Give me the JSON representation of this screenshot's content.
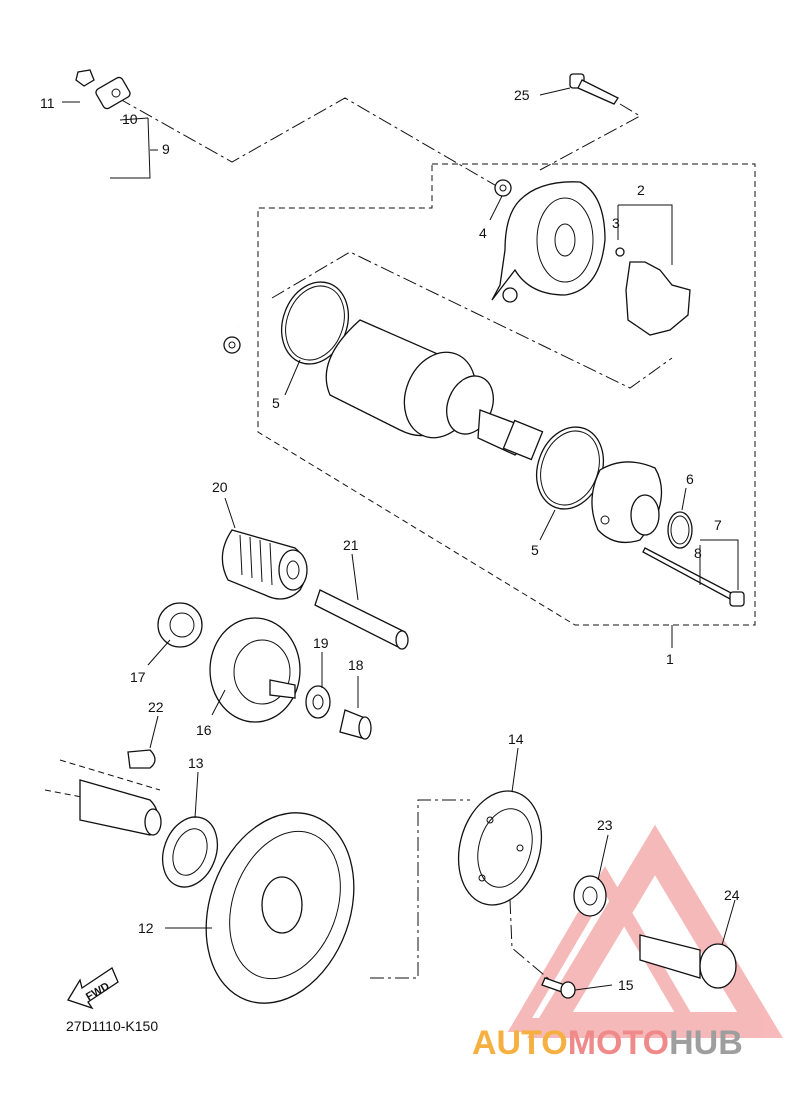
{
  "callouts": {
    "c1": "1",
    "c2": "2",
    "c3": "3",
    "c4": "4",
    "c5a": "5",
    "c5b": "5",
    "c6": "6",
    "c7": "7",
    "c8": "8",
    "c9": "9",
    "c10": "10",
    "c11": "11",
    "c12": "12",
    "c13": "13",
    "c14": "14",
    "c15": "15",
    "c16": "16",
    "c17": "17",
    "c18": "18",
    "c19": "19",
    "c20": "20",
    "c21": "21",
    "c22": "22",
    "c23": "23",
    "c24": "24",
    "c25": "25"
  },
  "diagram_code": "27D1110-K150",
  "fwd_label": "FWD",
  "watermark": {
    "part_a": "AUTO",
    "part_b": "MOTO",
    "part_c": "HUB",
    "color_a": "#f5b041",
    "color_b": "#f08a8a",
    "color_c": "#9e9e9e"
  }
}
